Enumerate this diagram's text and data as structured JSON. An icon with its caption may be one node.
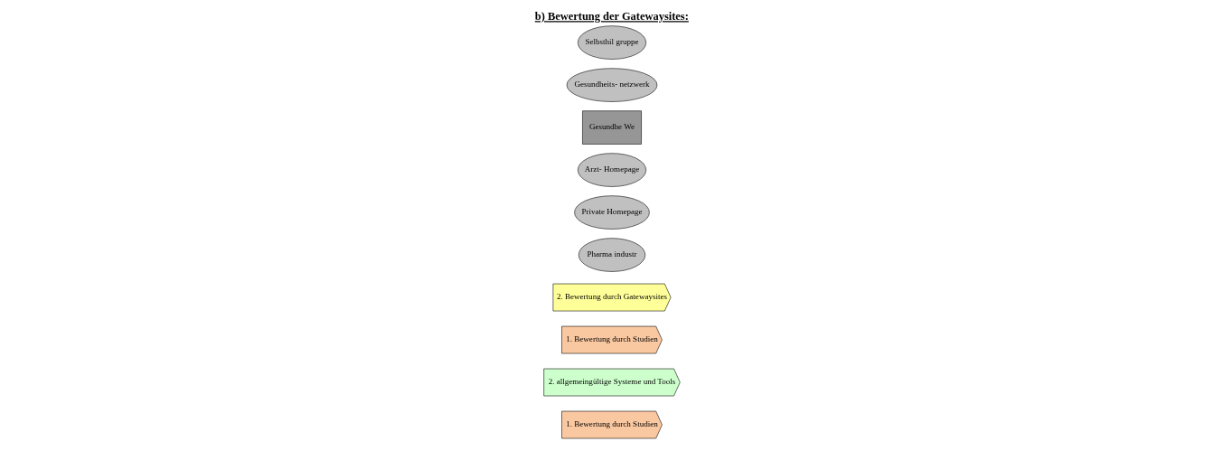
{
  "diagram": {
    "title": "b) Bewertung der Gatewaysites:",
    "nodes": [
      {
        "text": [
          "1. Bewertung durch Studien"
        ]
      },
      {
        "text": [
          "2. allgemeingültige Systeme und Tools"
        ]
      },
      {
        "text": [
          "1. Bewertung durch Studien"
        ]
      },
      {
        "text": [
          "2. Bewertung durch Gatewaysites"
        ]
      },
      {
        "text": [
          "Pharma industr"
        ]
      },
      {
        "text": [
          "Private Homepage"
        ]
      },
      {
        "text": [
          "Arzt- Homepage"
        ]
      },
      {
        "text": [
          "Gesundhe We"
        ]
      },
      {
        "text": [
          "Gesundheits- netzwerk"
        ]
      },
      {
        "text": [
          "Selbsthil gruppe"
        ]
      }
    ]
  }
}
